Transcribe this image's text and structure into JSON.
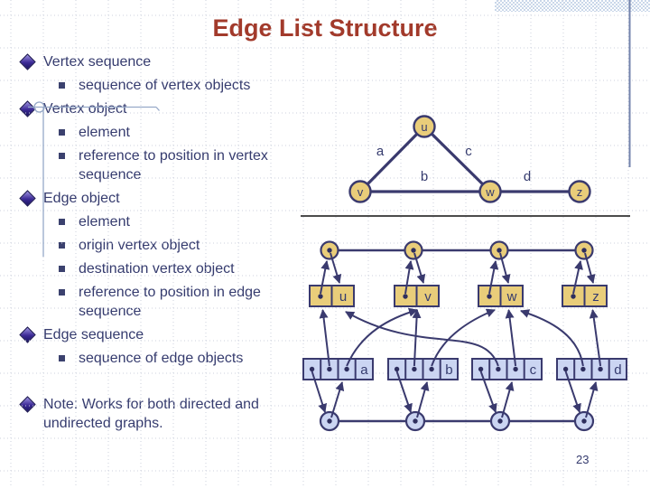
{
  "slide": {
    "title": "Edge List Structure",
    "page_number": "23"
  },
  "outline": {
    "items": [
      {
        "level": 1,
        "text": "Vertex sequence"
      },
      {
        "level": 2,
        "text": "sequence of vertex objects"
      },
      {
        "level": 1,
        "text": "Vertex object"
      },
      {
        "level": 2,
        "text": "element"
      },
      {
        "level": 2,
        "text": "reference to position in vertex sequence"
      },
      {
        "level": 1,
        "text": "Edge object"
      },
      {
        "level": 2,
        "text": "element"
      },
      {
        "level": 2,
        "text": "origin vertex object"
      },
      {
        "level": 2,
        "text": "destination vertex object"
      },
      {
        "level": 2,
        "text": "reference to position in edge sequence"
      },
      {
        "level": 1,
        "text": "Edge sequence"
      },
      {
        "level": 2,
        "text": "sequence of edge objects"
      },
      {
        "level": 1,
        "text": "Note: Works for both directed and undirected graphs."
      }
    ]
  },
  "diagram": {
    "graph": {
      "vertices": [
        {
          "label": "u"
        },
        {
          "label": "v"
        },
        {
          "label": "w"
        },
        {
          "label": "z"
        }
      ],
      "edges": [
        {
          "label": "a",
          "origin": "u",
          "destination": "v"
        },
        {
          "label": "b",
          "origin": "v",
          "destination": "w"
        },
        {
          "label": "c",
          "origin": "u",
          "destination": "w"
        },
        {
          "label": "d",
          "origin": "w",
          "destination": "z"
        }
      ]
    },
    "vertex_sequence_labels": [
      "u",
      "v",
      "w",
      "z"
    ],
    "edge_sequence_labels": [
      "a",
      "b",
      "c",
      "d"
    ]
  },
  "colors": {
    "title": "#A23A2B",
    "body_text": "#353B6E",
    "vertex_fill": "#E9CD7A",
    "edge_fill": "#CBD5F2",
    "line": "#3A3A6E",
    "annotation": "#96A9C8",
    "band": "#C9D7E9"
  }
}
